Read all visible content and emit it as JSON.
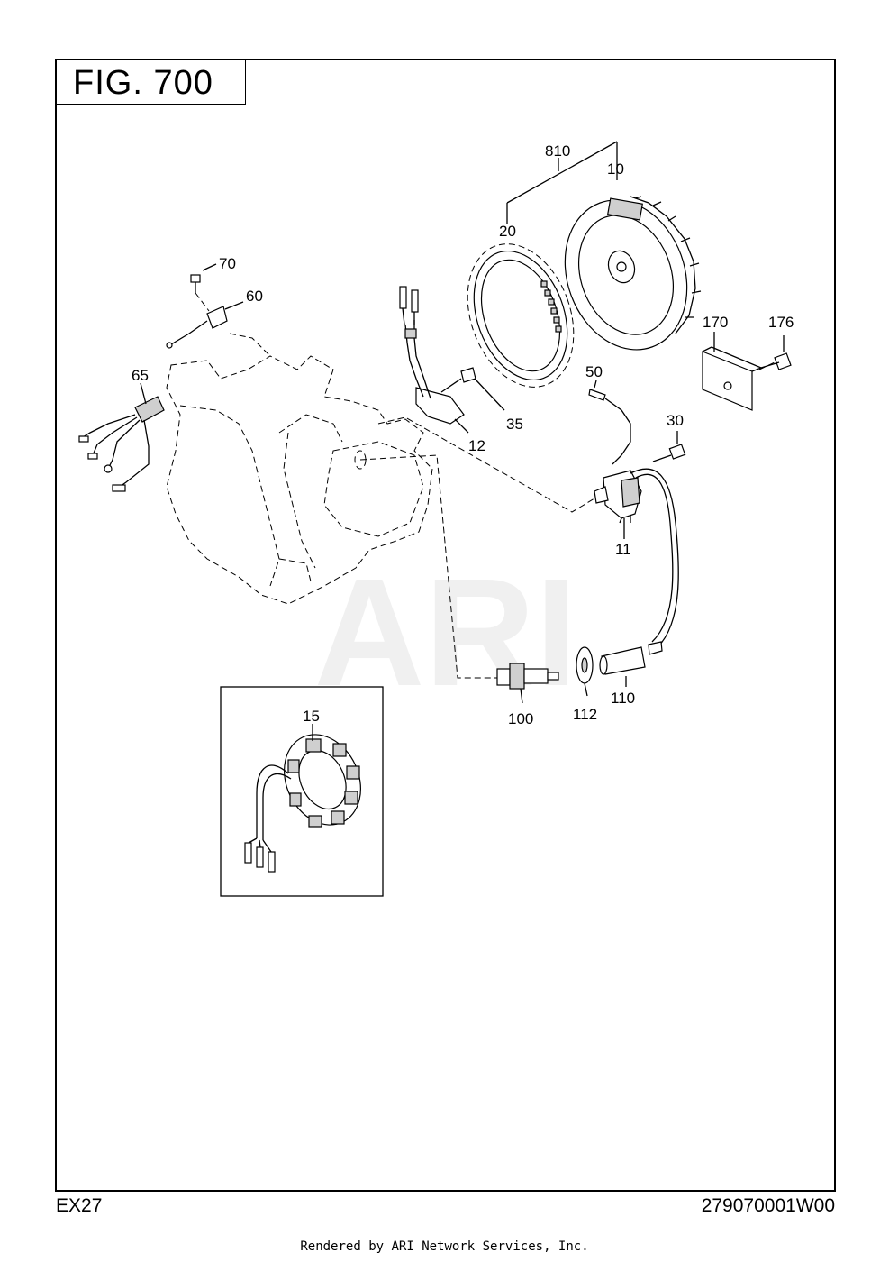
{
  "header": {
    "figure_title": "FIG. 700"
  },
  "footer": {
    "model": "EX27",
    "part_number": "279070001W00",
    "rendered_by": "Rendered by ARI Network Services, Inc."
  },
  "watermark": {
    "text": "ARI"
  },
  "callouts": {
    "c810": "810",
    "c10": "10",
    "c20": "20",
    "c70": "70",
    "c60": "60",
    "c65": "65",
    "c35": "35",
    "c12": "12",
    "c50": "50",
    "c170": "170",
    "c176": "176",
    "c30": "30",
    "c11": "11",
    "c100": "100",
    "c112": "112",
    "c110": "110",
    "c15": "15"
  }
}
